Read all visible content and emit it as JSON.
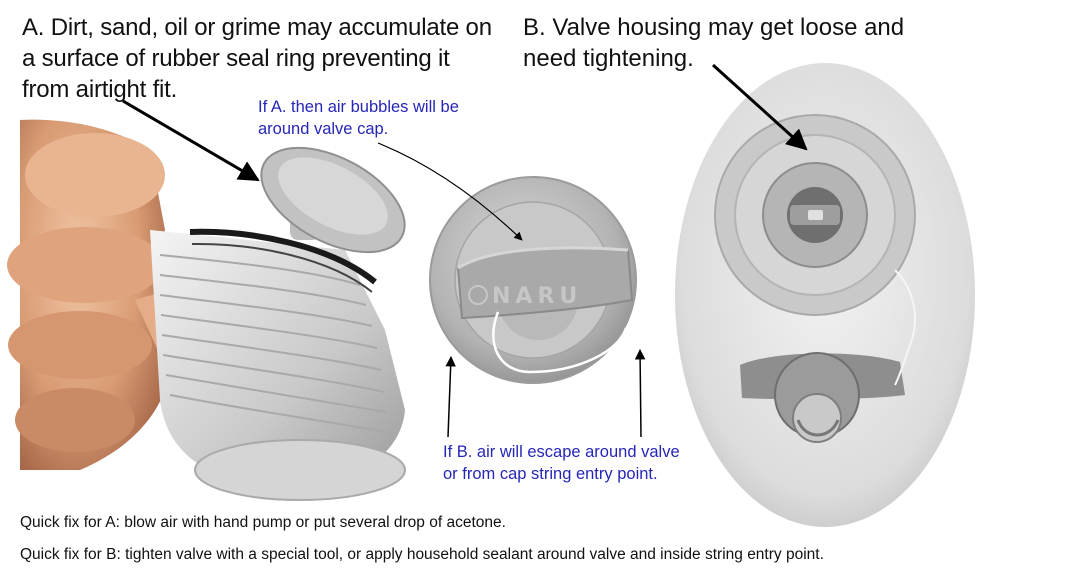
{
  "captions": {
    "a": "A. Dirt, sand, oil or grime may accumulate on a surface of rubber seal ring preventing it from airtight fit.",
    "b": "B. Valve housing may get loose and need tightening."
  },
  "notes": {
    "a": "If A. then air bubbles will be around valve cap.",
    "b": "If B. air will escape around valve or from cap string entry point."
  },
  "fixes": {
    "a": "Quick fix for A: blow air with hand pump or put several drop of acetone.",
    "b": "Quick fix for B: tighten valve with a special tool, or apply household sealant around valve and inside string entry point."
  },
  "logo_text": "NARU",
  "colors": {
    "note_text": "#2626b8",
    "caption_text": "#111111",
    "arrow": "#000000"
  }
}
